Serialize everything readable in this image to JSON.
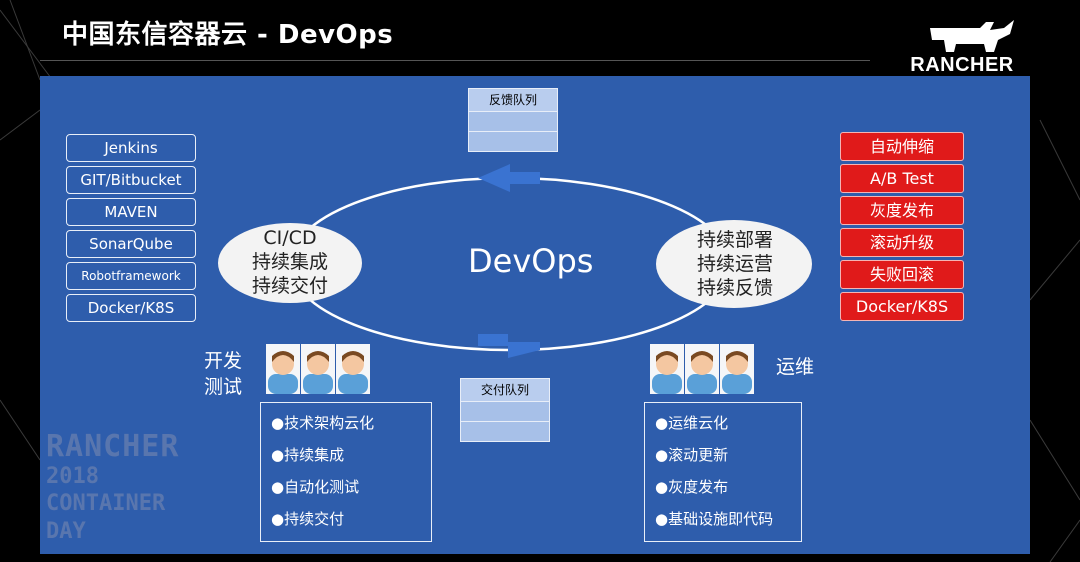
{
  "header": {
    "title": "中国东信容器云 - DevOps",
    "brand": "RANCHER"
  },
  "tools_left": [
    "Jenkins",
    "GIT/Bitbucket",
    "MAVEN",
    "SonarQube",
    "Robotframework",
    "Docker/K8S"
  ],
  "tools_right": [
    "自动伸缩",
    "A/B Test",
    "灰度发布",
    "滚动升级",
    "失败回滚",
    "Docker/K8S"
  ],
  "queues": {
    "feedback": "反馈队列",
    "delivery": "交付队列"
  },
  "cycle": {
    "center": "DevOps",
    "left_lines": [
      "CI/CD",
      "持续集成",
      "持续交付"
    ],
    "right_lines": [
      "持续部署",
      "持续运营",
      "持续反馈"
    ]
  },
  "roles": {
    "dev_label_lines": [
      "开发",
      "测试"
    ],
    "ops_label": "运维",
    "dev_tasks": [
      "●技术架构云化",
      "●持续集成",
      "●自动化测试",
      "●持续交付"
    ],
    "ops_tasks": [
      "●运维云化",
      "●滚动更新",
      "●灰度发布",
      "●基础设施即代码"
    ]
  },
  "watermark": {
    "line1": "RANCHER",
    "line2": "2018",
    "line3": "CONTAINER",
    "line4": "DAY"
  },
  "colors": {
    "panel": "#2e5dac",
    "red": "#e01a1a",
    "arrow": "#3a73d1"
  }
}
